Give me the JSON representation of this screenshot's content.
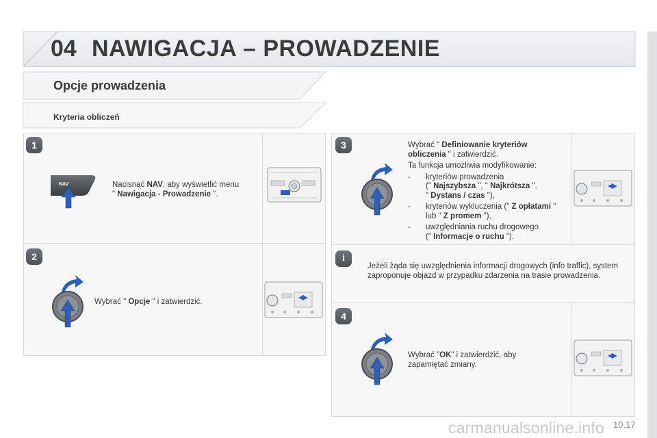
{
  "header": {
    "chapter_number": "04",
    "chapter_title": "NAWIGACJA – PROWADZENIE"
  },
  "section": {
    "title": "Opcje prowadzenia",
    "subtitle": "Kryteria obliczeń"
  },
  "steps": [
    {
      "badge": "1",
      "text_pre": "Nacisnąć ",
      "text_bold1": "NAV",
      "text_mid": ", aby wyświetlić menu",
      "text_line2_pre": "\" ",
      "text_bold2": "Nawigacja - Prowadzenie",
      "text_line2_post": " \".",
      "button_label": "NAV"
    },
    {
      "badge": "2",
      "text_pre": "Wybrać \" ",
      "text_bold": "Opcje",
      "text_post": " \" i zatwierdzić."
    },
    {
      "badge": "3",
      "line1_pre": "Wybrać \" ",
      "line1_bold": "Definiowanie kryteriów",
      "line2_bold": "obliczenia",
      "line2_post": " \" i zatwierdzić.",
      "line3": "Ta funkcja umożliwia modyfikowanie:",
      "items": [
        {
          "dash": "-",
          "a": "kryteriów prowadzenia",
          "b_pre": "(\" ",
          "b_bold1": "Najszybsza",
          "b_mid": " \", \" ",
          "b_bold2": "Najkrótsza",
          "b_post": " \",",
          "c_pre": "\" ",
          "c_bold": "Dystans / czas",
          "c_post": " \"),"
        },
        {
          "dash": "-",
          "a_pre": "kryteriów wykluczenia (\" ",
          "a_bold": "Z opłatami",
          "a_post": " \"",
          "b_pre": "lub \" ",
          "b_bold": "Z promem",
          "b_post": " \"),"
        },
        {
          "dash": "-",
          "a": "uwzględniania ruchu drogowego",
          "b_pre": "(\" ",
          "b_bold": "Informacje o ruchu",
          "b_post": " \")."
        }
      ]
    },
    {
      "badge": "4",
      "text_pre": "Wybrać \"",
      "text_bold": "OK",
      "text_post": "\" i zatwierdzić, aby",
      "text_line2": "zapamiętać zmiany."
    }
  ],
  "info": {
    "badge": "i",
    "text": "Jeżeli żąda się uwzględnienia informacji drogowych (info traffic), system zaproponuje objazd w przypadku zdarzenia na trasie prowadzenia."
  },
  "footer": {
    "page_number": "10.17",
    "watermark": "carmanualsonline.info"
  }
}
